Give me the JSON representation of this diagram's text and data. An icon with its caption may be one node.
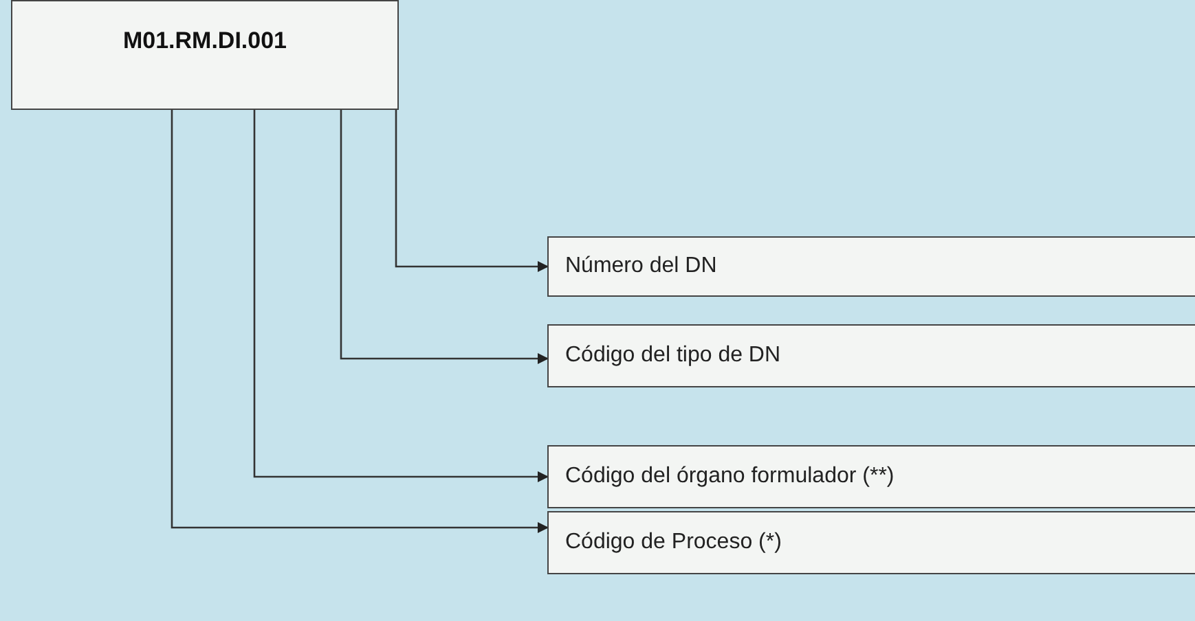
{
  "diagram": {
    "nodes": [
      {
        "text": [
          "M01.RM.DI.001"
        ]
      },
      {
        "text": [
          "Número del DN"
        ]
      },
      {
        "text": [
          "Código del tipo de DN"
        ]
      },
      {
        "text": [
          "Código del órgano formulador (**)"
        ]
      },
      {
        "text": [
          "Código de Proceso (*)"
        ]
      }
    ],
    "edges": [
      {
        "from": 0,
        "to": 1,
        "arrow": "to"
      },
      {
        "from": 0,
        "to": 2,
        "arrow": "to"
      },
      {
        "from": 0,
        "to": 3,
        "arrow": "to"
      },
      {
        "from": 0,
        "to": 4,
        "arrow": "to"
      }
    ]
  }
}
